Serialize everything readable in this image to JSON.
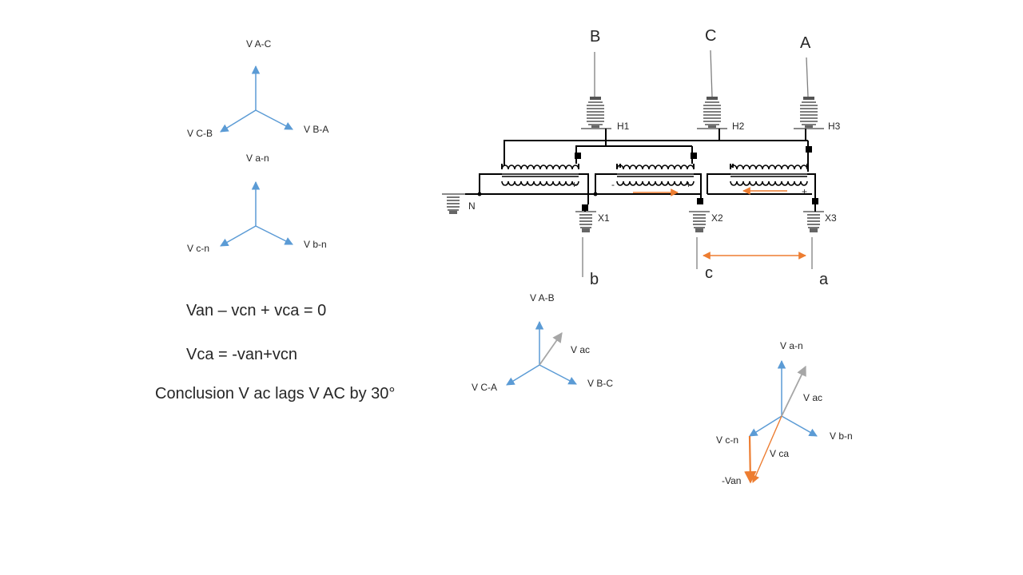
{
  "diagram": {
    "phasor_hv_1": {
      "top": "V A-C",
      "left": "V C-B",
      "right": "V B-A"
    },
    "phasor_lv_1": {
      "top": "V a-n",
      "left": "V c-n",
      "right": "V b-n"
    },
    "phasor_hv_2": {
      "top": "V A-B",
      "left": "V C-A",
      "right": "V B-C",
      "gray": "V ac"
    },
    "phasor_sum": {
      "top": "V a-n",
      "left": "V c-n",
      "right": "V b-n",
      "gray": "V ac",
      "diag": "V ca",
      "neg": "-Van"
    },
    "equations": {
      "eq1": "Van – vcn + vca = 0",
      "eq2": "Vca = -van+vcn",
      "conclusion": "Conclusion V ac lags V AC by 30°"
    },
    "transformer": {
      "phases_hv": {
        "b": "B",
        "c": "C",
        "a": "A"
      },
      "bushings_hv": {
        "h1": "H1",
        "h2": "H2",
        "h3": "H3"
      },
      "bushings_lv": {
        "x1": "X1",
        "x2": "X2",
        "x3": "X3"
      },
      "neutral": "N",
      "phases_lv": {
        "b": "b",
        "c": "c",
        "a": "a"
      },
      "polarity": {
        "minus": "-",
        "plus": "+"
      }
    },
    "colors": {
      "phasor": "#5b9bd5",
      "resultant": "#a6a6a6",
      "current_arrow": "#ed7d31",
      "text": "#262626"
    }
  }
}
